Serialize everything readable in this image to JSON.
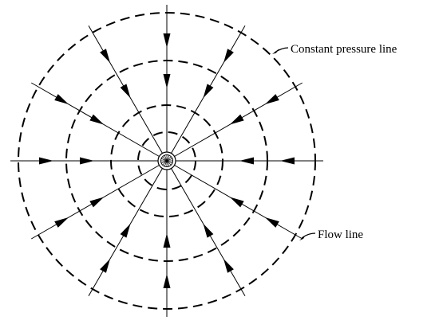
{
  "diagram": {
    "labels": {
      "constant_pressure": "Constant pressure line",
      "flow": "Flow line"
    },
    "pressure_ring_count": 4,
    "flow_line_count": 12,
    "flow_direction": "inward",
    "colors": {
      "stroke": "#000000",
      "background": "#ffffff"
    }
  }
}
